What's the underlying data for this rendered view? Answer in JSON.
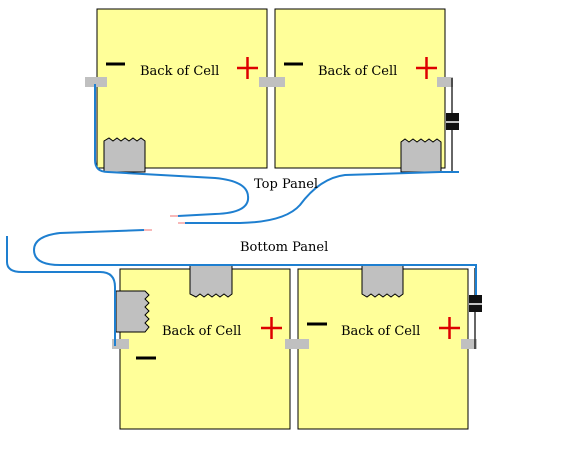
{
  "colors": {
    "cell_fill": "#ffff99",
    "cell_border": "#000000",
    "wire": "#1e7fd0",
    "tab": "#c0c0c0",
    "plus": "#dd0000",
    "minus": "#000000",
    "diode": "#111111",
    "background": "#ffffff"
  },
  "labels": {
    "top_panel": "Top Panel",
    "bottom_panel": "Bottom Panel"
  },
  "cells": [
    {
      "id": "top-left",
      "text": "Back of Cell",
      "plus": "+",
      "minus": "−"
    },
    {
      "id": "top-right",
      "text": "Back of Cell",
      "plus": "+",
      "minus": "−"
    },
    {
      "id": "bottom-left",
      "text": "Back of Cell",
      "plus": "+",
      "minus": "−"
    },
    {
      "id": "bottom-right",
      "text": "Back of Cell",
      "plus": "+",
      "minus": "−"
    }
  ],
  "icons": {
    "diode": "diode-icon",
    "solder_tab": "solder-tab-icon",
    "connector_pad": "connector-pad-icon"
  }
}
